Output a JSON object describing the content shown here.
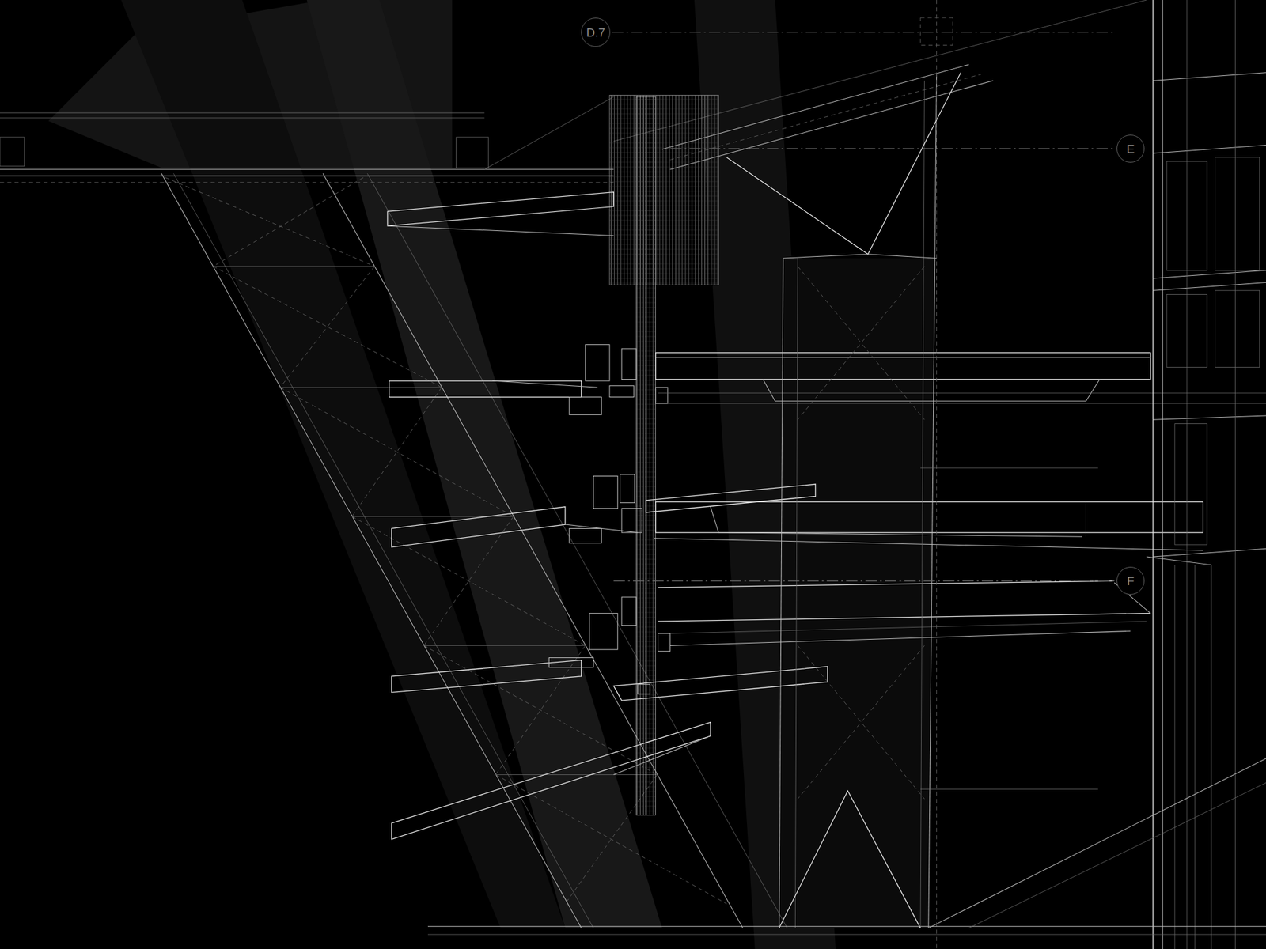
{
  "diagram": {
    "nodes": [
      {
        "text": [
          "D.7"
        ]
      },
      {
        "text": [
          "E"
        ]
      },
      {
        "text": [
          "F"
        ]
      }
    ]
  }
}
